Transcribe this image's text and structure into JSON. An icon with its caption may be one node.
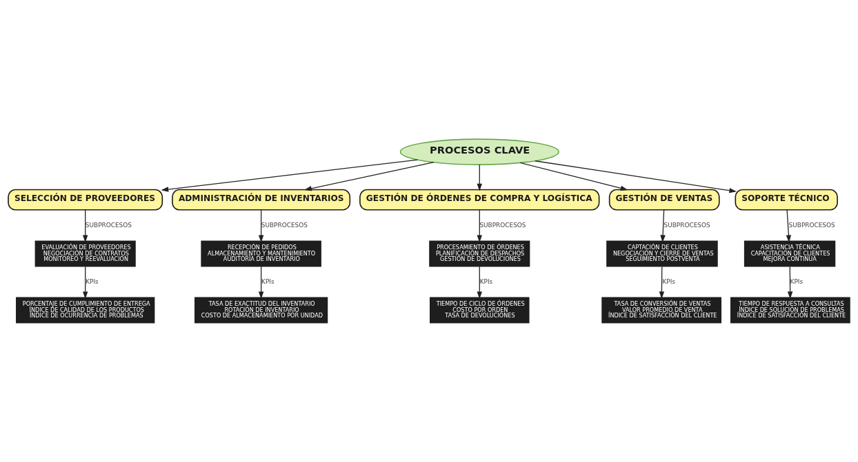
{
  "diagram": {
    "nodes": [
      {
        "text": [
          "PROCESOS CLAVE"
        ]
      },
      {
        "text": [
          "SELECCIÓN DE PROVEEDORES"
        ]
      },
      {
        "text": [
          "ADMINISTRACIÓN DE INVENTARIOS"
        ]
      },
      {
        "text": [
          "GESTIÓN DE ÓRDENES DE COMPRA Y LOGÍSTICA"
        ]
      },
      {
        "text": [
          "GESTIÓN DE VENTAS"
        ]
      },
      {
        "text": [
          "SOPORTE TÉCNICO"
        ]
      },
      {
        "text": [
          "EVALUACIÓN DE PROVEEDORES",
          "NEGOCIACIÓN DE CONTRATOS",
          "MONITOREO Y REEVALUACIÓN"
        ]
      },
      {
        "text": [
          "RECEPCIÓN DE PEDIDOS",
          "ALMACENAMIENTO Y MANTENIMIENTO",
          "AUDITORÍA DE INVENTARIO"
        ]
      },
      {
        "text": [
          "PROCESAMIENTO DE ÓRDENES",
          "PLANIFICACIÓN DE DESPACHOS",
          "GESTIÓN DE DEVOLUCIONES"
        ]
      },
      {
        "text": [
          "CAPTACIÓN DE CLIENTES",
          "NEGOCIACIÓN Y CIERRE DE VENTAS",
          "SEGUIMIENTO POSTVENTA"
        ]
      },
      {
        "text": [
          "ASISTENCIA TÉCNICA",
          "CAPACITACIÓN DE CLIENTES",
          "MEJORA CONTINUA"
        ]
      },
      {
        "text": [
          "PORCENTAJE DE CUMPLIMIENTO DE ENTREGA",
          "ÍNDICE DE CALIDAD DE LOS PRODUCTOS",
          "ÍNDICE DE OCURRENCIA DE PROBLEMAS"
        ]
      },
      {
        "text": [
          "TASA DE EXACTITUD DEL INVENTARIO",
          "ROTACIÓN DE INVENTARIO",
          "COSTO DE ALMACENAMIENTO POR UNIDAD"
        ]
      },
      {
        "text": [
          "TIEMPO DE CICLO DE ÓRDENES",
          "COSTO POR ORDEN",
          "TASA DE DEVOLUCIONES"
        ]
      },
      {
        "text": [
          "TASA DE CONVERSIÓN DE VENTAS",
          "VALOR PROMEDIO DE VENTA",
          "ÍNDICE DE SATISFACCIÓN DEL CLIENTE"
        ]
      },
      {
        "text": [
          "TIEMPO DE RESPUESTA A CONSULTAS",
          "ÍNDICE DE SOLUCIÓN DE PROBLEMAS",
          "ÍNDICE DE SATISFACCIÓN DEL CLIENTE"
        ]
      }
    ],
    "edges": [
      {
        "from": 0,
        "to": 1,
        "arrow": "to"
      },
      {
        "from": 0,
        "to": 2,
        "arrow": "to"
      },
      {
        "from": 0,
        "to": 3,
        "arrow": "to"
      },
      {
        "from": 0,
        "to": 4,
        "arrow": "to"
      },
      {
        "from": 0,
        "to": 5,
        "arrow": "to"
      },
      {
        "from": 1,
        "to": 6,
        "arrow": "to",
        "label": "SUBPROCESOS"
      },
      {
        "from": 2,
        "to": 7,
        "arrow": "to",
        "label": "SUBPROCESOS"
      },
      {
        "from": 3,
        "to": 8,
        "arrow": "to",
        "label": "SUBPROCESOS"
      },
      {
        "from": 4,
        "to": 9,
        "arrow": "to",
        "label": "SUBPROCESOS"
      },
      {
        "from": 5,
        "to": 10,
        "arrow": "to",
        "label": "SUBPROCESOS"
      },
      {
        "from": 6,
        "to": 11,
        "arrow": "to",
        "label": "KPIs"
      },
      {
        "from": 7,
        "to": 12,
        "arrow": "to",
        "label": "KPIs"
      },
      {
        "from": 8,
        "to": 13,
        "arrow": "to",
        "label": "KPIs"
      },
      {
        "from": 9,
        "to": 14,
        "arrow": "to",
        "label": "KPIs"
      },
      {
        "from": 10,
        "to": 15,
        "arrow": "to",
        "label": "KPIs"
      }
    ]
  }
}
